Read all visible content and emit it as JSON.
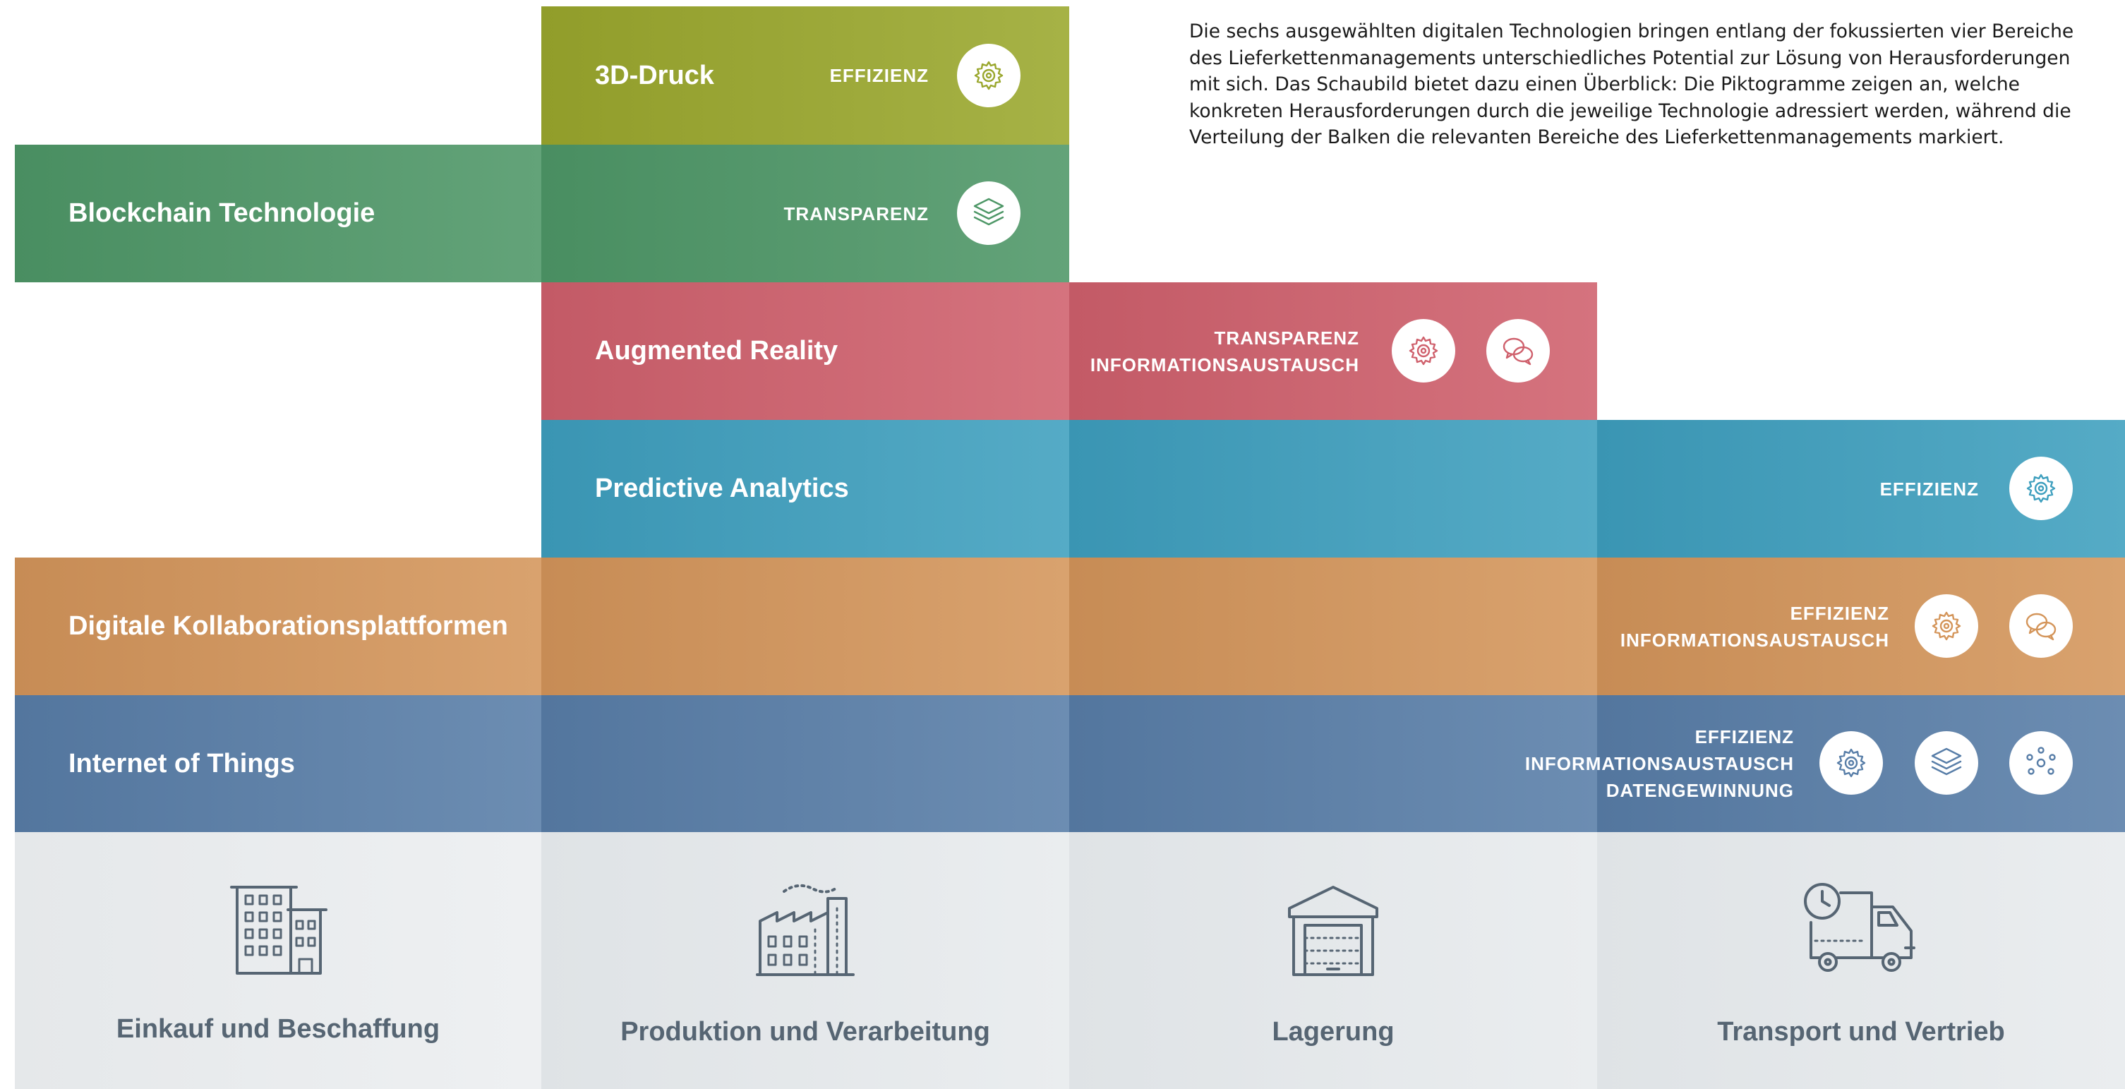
{
  "description": "Die sechs ausgewählten digitalen Technologien bringen entlang der fokussierten vier Bereiche des Lieferkettenmanagements unterschiedliches Potential zur Lösung von Herausforderungen mit sich. Das Schaubild bietet dazu einen Überblick: Die Piktogramme zeigen an, welche konkreten Herausforderungen durch die jeweilige Technologie adressiert werden, während die Verteilung der Balken die relevanten Bereiche des Lieferkettenmanagements markiert.",
  "areas": [
    {
      "label": "Einkauf und Beschaffung",
      "icon": "office-building-icon"
    },
    {
      "label": "Produktion und Verarbeitung",
      "icon": "factory-icon"
    },
    {
      "label": "Lagerung",
      "icon": "warehouse-icon"
    },
    {
      "label": "Transport und Vertrieb",
      "icon": "delivery-truck-clock-icon"
    }
  ],
  "technologies": [
    {
      "name": "3D-Druck",
      "color": "#9aa72d",
      "covers": [
        "Produktion und Verarbeitung"
      ],
      "challenges": [
        "EFFIZIENZ"
      ],
      "icons": [
        "gear-icon"
      ]
    },
    {
      "name": "Blockchain Technologie",
      "color": "#4e9767",
      "covers": [
        "Einkauf und Beschaffung",
        "Produktion und Verarbeitung"
      ],
      "challenges": [
        "TRANSPARENZ"
      ],
      "icons": [
        "layers-icon"
      ]
    },
    {
      "name": "Augmented Reality",
      "color": "#cf606c",
      "covers": [
        "Produktion und Verarbeitung",
        "Lagerung"
      ],
      "challenges": [
        "TRANSPARENZ",
        "INFORMATIONSAUSTAUSCH"
      ],
      "icons": [
        "gear-icon",
        "chat-bubbles-icon"
      ]
    },
    {
      "name": "Predictive Analytics",
      "color": "#3e9fbe",
      "covers": [
        "Produktion und Verarbeitung",
        "Lagerung",
        "Transport und Vertrieb"
      ],
      "challenges": [
        "EFFIZIENZ"
      ],
      "icons": [
        "gear-icon"
      ]
    },
    {
      "name": "Digitale Kollaborationsplattformen",
      "color": "#d4955a",
      "covers": [
        "Einkauf und Beschaffung",
        "Produktion und Verarbeitung",
        "Lagerung",
        "Transport und Vertrieb"
      ],
      "challenges": [
        "EFFIZIENZ",
        "INFORMATIONSAUSTAUSCH"
      ],
      "icons": [
        "gear-icon",
        "chat-bubbles-icon"
      ]
    },
    {
      "name": "Internet of Things",
      "color": "#587ea8",
      "covers": [
        "Einkauf und Beschaffung",
        "Produktion und Verarbeitung",
        "Lagerung",
        "Transport und Vertrieb"
      ],
      "challenges": [
        "EFFIZIENZ",
        "INFORMATIONSAUSTAUSCH",
        "DATENGEWINNUNG"
      ],
      "icons": [
        "gear-icon",
        "layers-icon",
        "network-nodes-icon"
      ]
    }
  ]
}
